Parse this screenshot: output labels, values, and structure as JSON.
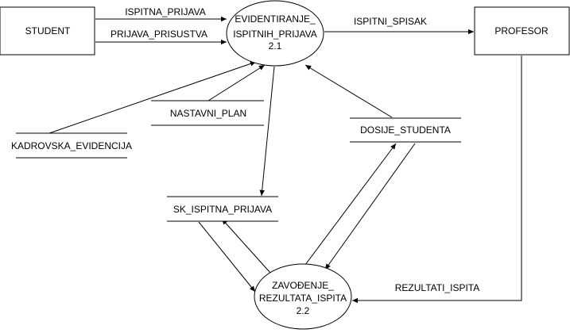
{
  "entities": {
    "student": "STUDENT",
    "profesor": "PROFESOR"
  },
  "processes": {
    "p21": {
      "line1": "EVIDENTIRANJE_",
      "line2": "ISPITNIH_PRIJAVA",
      "line3": "2.1"
    },
    "p22": {
      "line1": "ZAVOĐENJE_",
      "line2": "REZULTATA_ISPITA",
      "line3": "2.2"
    }
  },
  "stores": {
    "nastavni_plan": "NASTAVNI_PLAN",
    "kadrovska": "KADROVSKA_EVIDENCIJA",
    "dosije": "DOSIJE_STUDENTA",
    "sk_ispitna": "SK_ISPITNA_PRIJAVA"
  },
  "flows": {
    "ispitna_prijava": "ISPITNA_PRIJAVA",
    "prijava_prisustva": "PRIJAVA_PRISUSTVA",
    "ispitni_spisak": "ISPITNI_SPISAK",
    "rezultati_ispita": "REZULTATI_ISPITA"
  }
}
